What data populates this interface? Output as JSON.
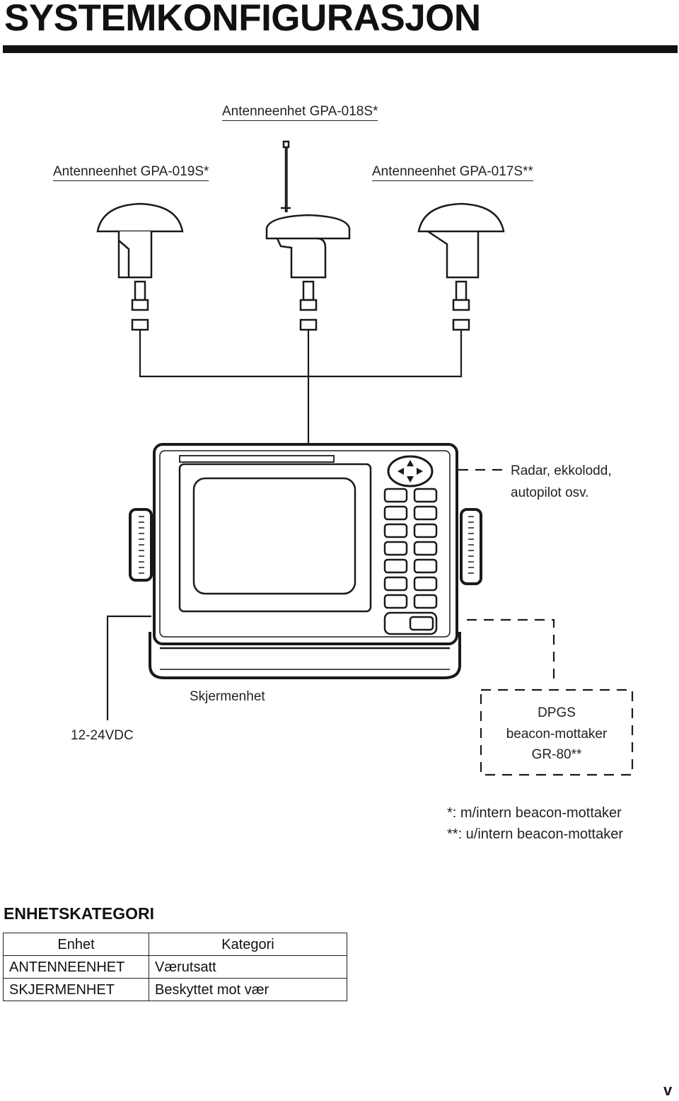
{
  "header": {
    "title": "SYSTEMKONFIGURASJON"
  },
  "diagram": {
    "antenna_018": "Antenneenhet GPA-018S*",
    "antenna_019": "Antenneenhet GPA-019S*",
    "antenna_017": "Antenneenhet GPA-017S**",
    "radar_line1": "Radar, ekkolodd,",
    "radar_line2": "autopilot osv.",
    "display_unit": "Skjermenhet",
    "power": "12-24VDC",
    "dgps_line1": "DPGS",
    "dgps_line2": "beacon-mottaker",
    "dgps_line3": "GR-80**",
    "note1": "*: m/intern beacon-mottaker",
    "note2": "**: u/intern beacon-mottaker"
  },
  "category": {
    "title": "ENHETSKATEGORI",
    "headers": [
      "Enhet",
      "Kategori"
    ],
    "rows": [
      [
        "ANTENNEENHET",
        "Værutsatt"
      ],
      [
        "SKJERMENHET",
        "Beskyttet mot vær"
      ]
    ]
  },
  "footer": {
    "page": "v"
  }
}
